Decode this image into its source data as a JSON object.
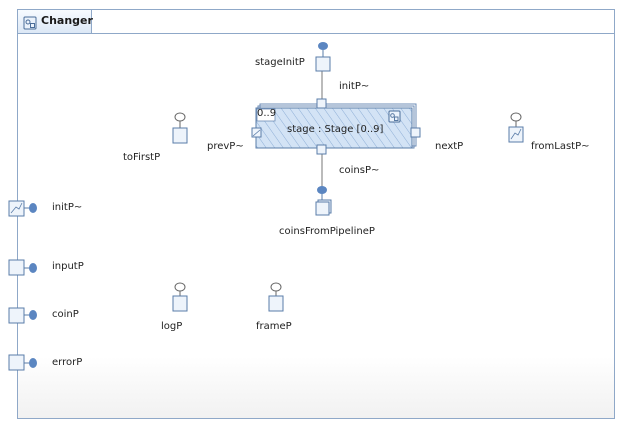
{
  "capsule": {
    "title": "Changer"
  },
  "part": {
    "label": "stage : Stage [0..9]",
    "multiplicity": "0..9"
  },
  "ports": {
    "stageInitP": "stageInitP",
    "initP_inner": "initP~",
    "toFirstP": "toFirstP",
    "prevP": "prevP~",
    "nextP": "nextP",
    "fromLastP": "fromLastP~",
    "coinsP_inner": "coinsP~",
    "coinsFromPipelineP": "coinsFromPipelineP",
    "initP_border": "initP~",
    "inputP": "inputP",
    "coinP": "coinP",
    "errorP": "errorP",
    "logP": "logP",
    "frameP": "frameP"
  },
  "colors": {
    "port_fill": "#e9f1fa",
    "port_stroke": "#5a7ca8",
    "end_port": "#5b86c1",
    "part_fill": "#cfe0f3",
    "frame_border": "#8fa8c8"
  }
}
